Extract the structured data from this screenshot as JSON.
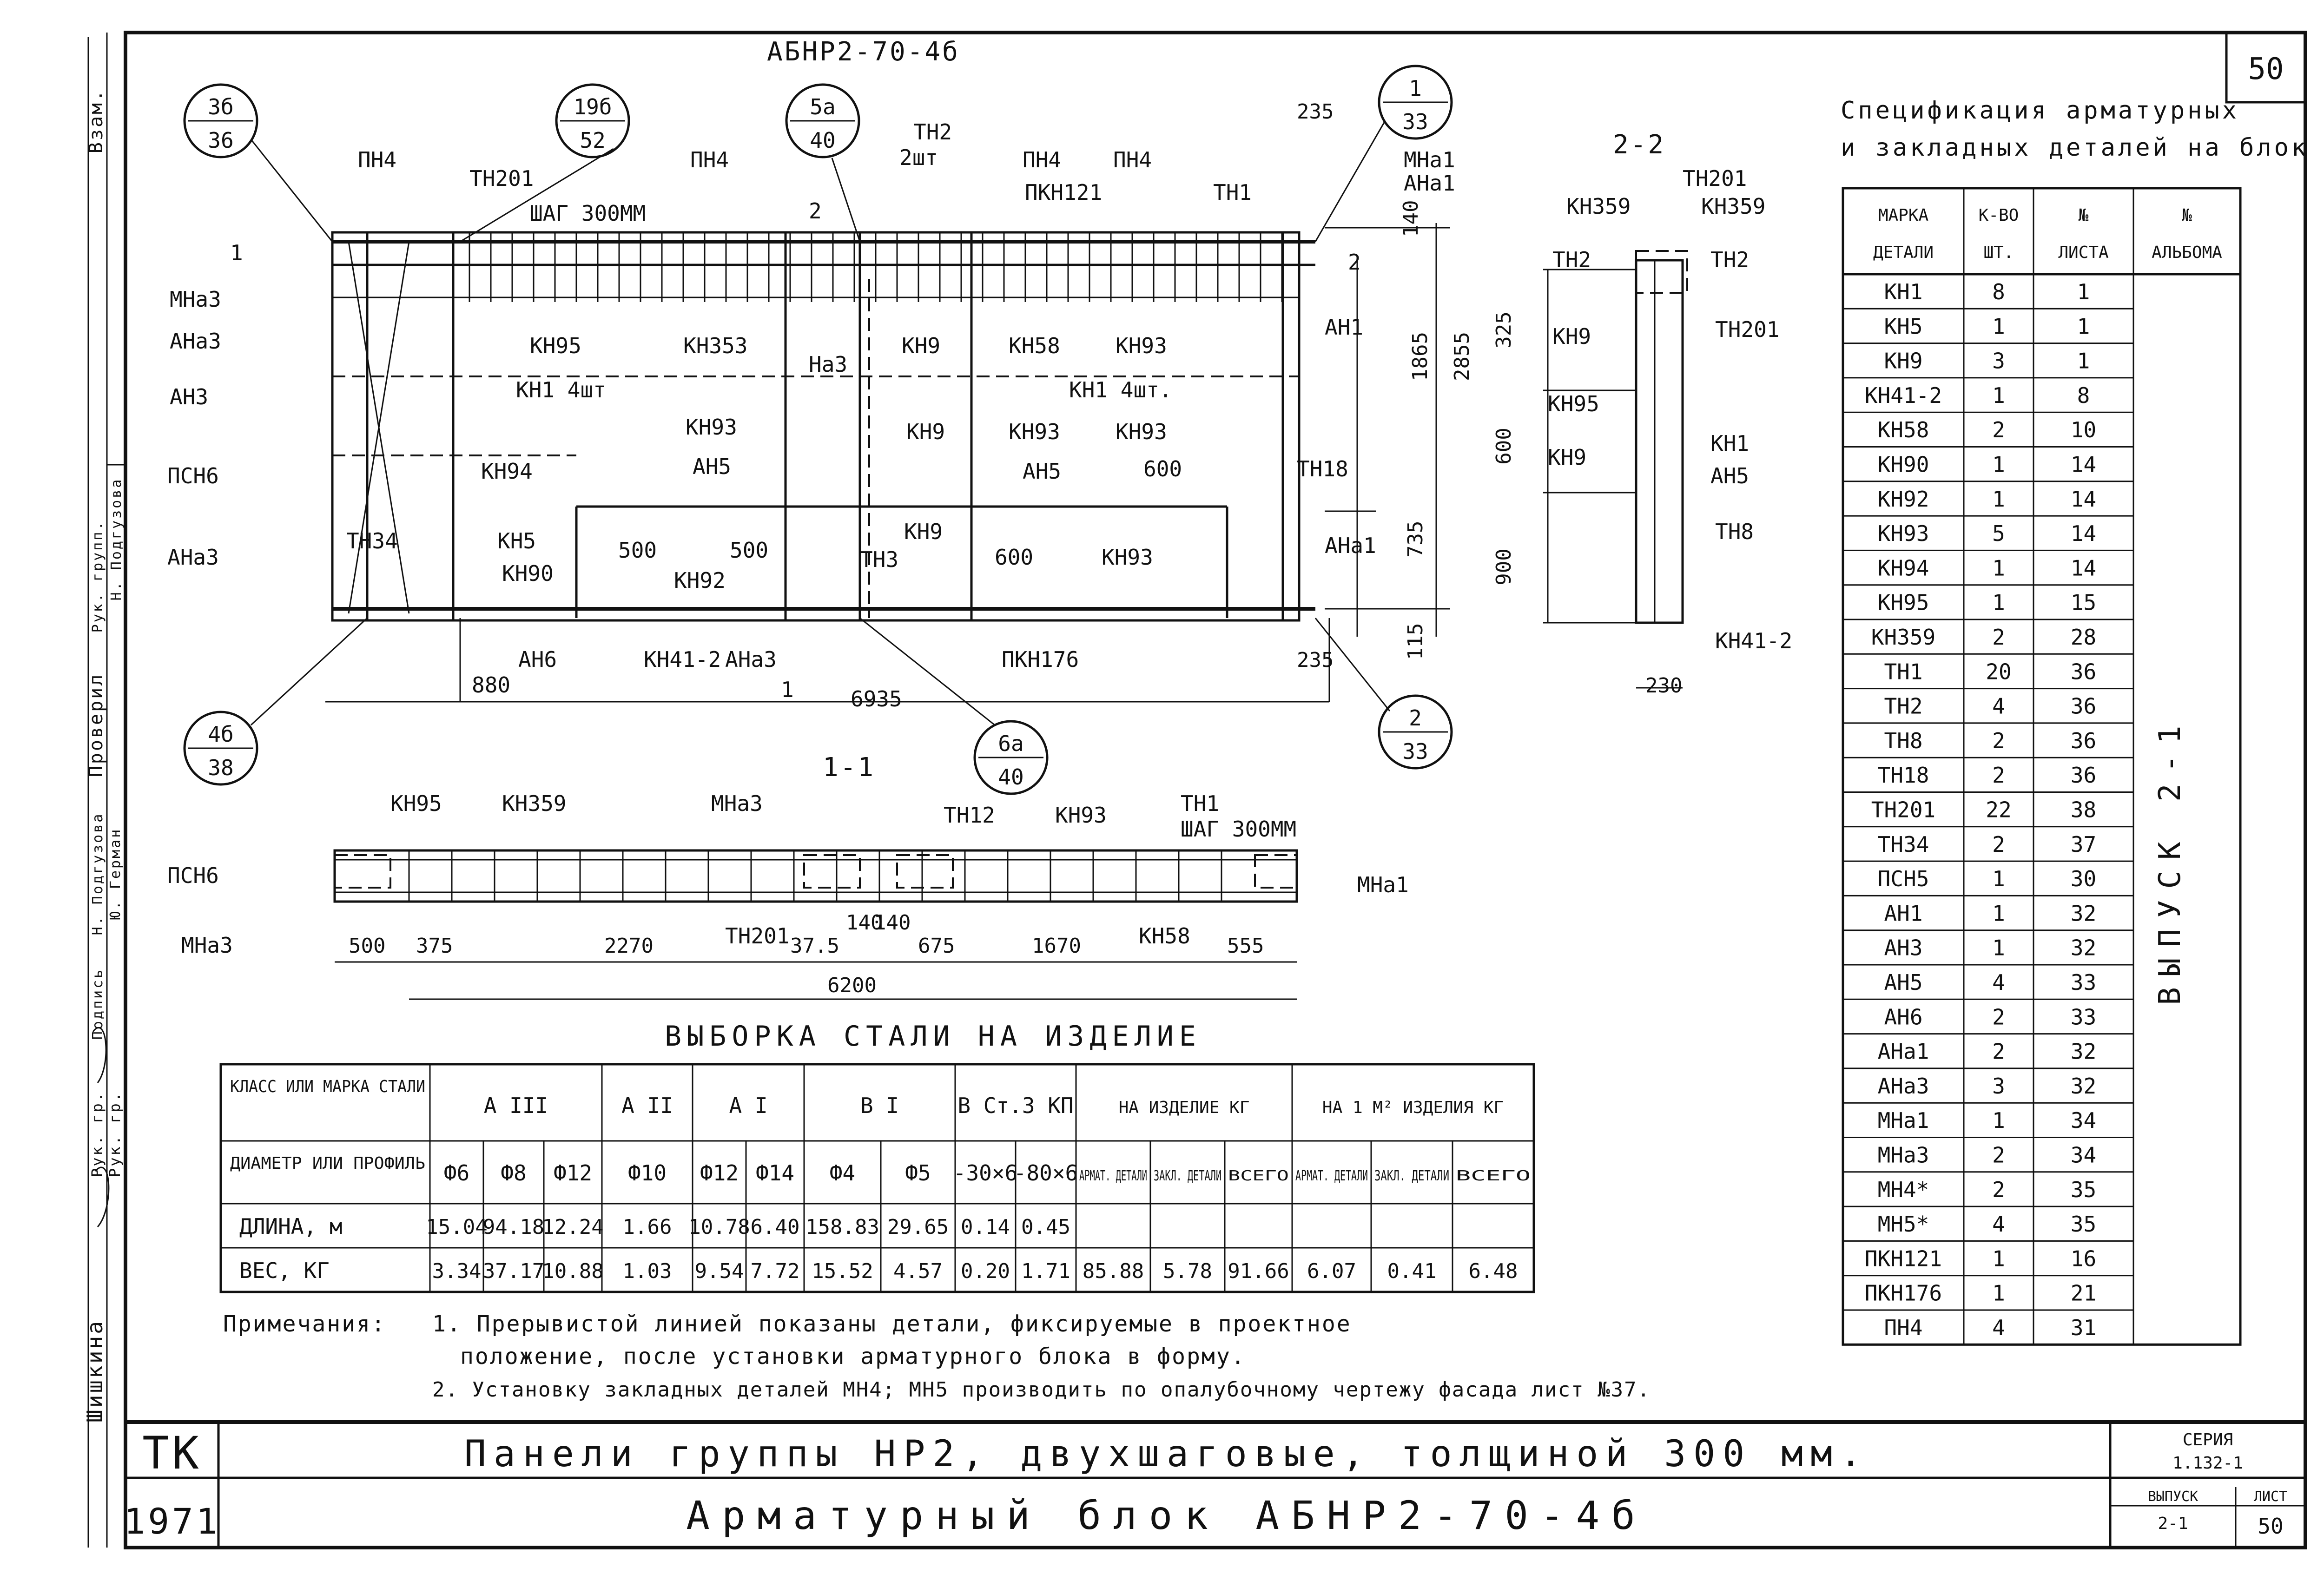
{
  "sheet_number": "50",
  "main_view": {
    "mark_top": "АБНР2-70-4б",
    "callouts": [
      {
        "top": "3б",
        "bottom": "36"
      },
      {
        "top": "19б",
        "bottom": "52"
      },
      {
        "top": "5а",
        "bottom": "40"
      },
      {
        "top": "1",
        "bottom": "33"
      },
      {
        "top": "4б",
        "bottom": "38"
      },
      {
        "top": "6а",
        "bottom": "40"
      },
      {
        "top": "2",
        "bottom": "33"
      }
    ],
    "labels": [
      "ПН4",
      "ТН201",
      "ПН4",
      "ТН2",
      "2шт",
      "ПН4",
      "ПН4",
      "ТН1",
      "МНа1",
      "АНа1",
      "ШАГ 300ММ",
      "ПКН121",
      "МНа3",
      "АНа3",
      "АН3",
      "ПСН6",
      "ТН34",
      "АНа3",
      "КН95",
      "КН353",
      "На3",
      "КН9",
      "КН58",
      "КН93",
      "АН1",
      "КН1 4шт",
      "КН1 4шт.",
      "КН93",
      "КН9",
      "КН93",
      "КН93",
      "КН94",
      "АН5",
      "АН5",
      "600",
      "ТН18",
      "КН5",
      "500",
      "500",
      "КН90",
      "КН92",
      "КН9",
      "ТН3",
      "600",
      "КН93",
      "АНа1",
      "АН6",
      "КН41-2",
      "АНа3",
      "ПКН176",
      "880",
      "6935",
      "1",
      "1",
      "2",
      "2"
    ],
    "dims": [
      "235",
      "140",
      "1865",
      "2855",
      "735",
      "115",
      "235"
    ]
  },
  "section_22": {
    "title": "2-2",
    "labels": [
      "ТН201",
      "КН359",
      "КН359",
      "ТН2",
      "ТН2",
      "ТН201",
      "КН9",
      "КН95",
      "КН9",
      "КН1",
      "АН5",
      "ТН8",
      "КН41-2"
    ],
    "dims": [
      "325",
      "600",
      "900",
      "230"
    ]
  },
  "section_11": {
    "title": "1-1",
    "labels": [
      "КН95",
      "КН359",
      "МНа3",
      "ТН12",
      "КН93",
      "ТН1",
      "ШАГ 300ММ",
      "ПСН6",
      "МНа3",
      "ТН201",
      "КН58",
      "МНа1"
    ],
    "dims": [
      "500",
      "375",
      "2270",
      "37.5",
      "140",
      "140",
      "675",
      "1670",
      "555",
      "6200"
    ]
  },
  "spec": {
    "title_line1": "Спецификация арматурных",
    "title_line2": "и закладных деталей на блок",
    "headers": [
      [
        "МАРКА",
        "ДЕТАЛИ"
      ],
      [
        "К-ВО",
        "ШТ."
      ],
      [
        "№",
        "ЛИСТА"
      ],
      [
        "№",
        "АЛЬБОМА"
      ]
    ],
    "rows": [
      [
        "КН1",
        "8",
        "1"
      ],
      [
        "КН5",
        "1",
        "1"
      ],
      [
        "КН9",
        "3",
        "1"
      ],
      [
        "КН41-2",
        "1",
        "8"
      ],
      [
        "КН58",
        "2",
        "10"
      ],
      [
        "КН90",
        "1",
        "14"
      ],
      [
        "КН92",
        "1",
        "14"
      ],
      [
        "КН93",
        "5",
        "14"
      ],
      [
        "КН94",
        "1",
        "14"
      ],
      [
        "КН95",
        "1",
        "15"
      ],
      [
        "КН359",
        "2",
        "28"
      ],
      [
        "ТН1",
        "20",
        "36"
      ],
      [
        "ТН2",
        "4",
        "36"
      ],
      [
        "ТН8",
        "2",
        "36"
      ],
      [
        "ТН18",
        "2",
        "36"
      ],
      [
        "ТН201",
        "22",
        "38"
      ],
      [
        "ТН34",
        "2",
        "37"
      ],
      [
        "ПСН5",
        "1",
        "30"
      ],
      [
        "АН1",
        "1",
        "32"
      ],
      [
        "АН3",
        "1",
        "32"
      ],
      [
        "АН5",
        "4",
        "33"
      ],
      [
        "АН6",
        "2",
        "33"
      ],
      [
        "АНа1",
        "2",
        "32"
      ],
      [
        "АНа3",
        "3",
        "32"
      ],
      [
        "МНа1",
        "1",
        "34"
      ],
      [
        "МНа3",
        "2",
        "34"
      ],
      [
        "МН4*",
        "2",
        "35"
      ],
      [
        "МН5*",
        "4",
        "35"
      ],
      [
        "ПКН121",
        "1",
        "16"
      ],
      [
        "ПКН176",
        "1",
        "21"
      ],
      [
        "ПН4",
        "4",
        "31"
      ]
    ],
    "album_note": "ВЫПУСК 2-1"
  },
  "steel": {
    "title": "ВЫБОРКА СТАЛИ НА ИЗДЕЛИЕ",
    "row_class_label": "КЛАСС ИЛИ МАРКА СТАЛИ",
    "row_diam_label": "ДИАМЕТР ИЛИ ПРОФИЛЬ",
    "row_len_label": "ДЛИНА, м",
    "row_wt_label": "ВЕС, КГ",
    "class_groups": [
      {
        "name": "А III",
        "span": 3
      },
      {
        "name": "А II",
        "span": 1
      },
      {
        "name": "А I",
        "span": 2
      },
      {
        "name": "В I",
        "span": 2
      },
      {
        "name": "В Ст.3 КП",
        "span": 2
      }
    ],
    "product_group": "НА ИЗДЕЛИЕ КГ",
    "per_m2_group": "НА 1 М² ИЗДЕЛИЯ КГ",
    "diameters": [
      "Ф6",
      "Ф8",
      "Ф12",
      "Ф10",
      "Ф12",
      "Ф14",
      "Ф4",
      "Ф5",
      "-30×6",
      "-80×6"
    ],
    "sum_headers": [
      "АРМАТ. ДЕТАЛИ",
      "ЗАКЛ. ДЕТАЛИ",
      "ВСЕГО",
      "АРМАТ. ДЕТАЛИ",
      "ЗАКЛ. ДЕТАЛИ",
      "ВСЕГО"
    ],
    "lengths": [
      "15.04",
      "94.18",
      "12.24",
      "1.66",
      "10.78",
      "6.40",
      "158.83",
      "29.65",
      "0.14",
      "0.45",
      "",
      "",
      "",
      "",
      "",
      ""
    ],
    "weights": [
      "3.34",
      "37.17",
      "10.88",
      "1.03",
      "9.54",
      "7.72",
      "15.52",
      "4.57",
      "0.20",
      "1.71",
      "85.88",
      "5.78",
      "91.66",
      "6.07",
      "0.41",
      "6.48"
    ]
  },
  "notes": {
    "label": "Примечания:",
    "line1": "1. Прерывистой линией показаны детали, фиксируемые в проектное",
    "line2": "положение, после установки арматурного блока в форму.",
    "line3": "2. Установку закладных деталей МН4; МН5 производить по опалубочному чертежу фасада лист №37."
  },
  "stamp": {
    "code": "ТК",
    "year": "1971",
    "title1": "Панели группы НР2, двухшаговые, толщиной 300 мм.",
    "title2": "Арматурный блок АБНР2-70-4б",
    "series_label": "СЕРИЯ",
    "series_value": "1.132-1",
    "issue_label": "ВЫПУСК",
    "issue_value": "2-1",
    "sheet_label": "ЛИСТ",
    "sheet_value": "50",
    "side_labels": [
      "Взам.",
      "Проверил",
      "Н. Подгузова",
      "Рук. гр.",
      "Рук. гр.",
      "Н. Подгузова",
      "Ю. Герман",
      "Рук. групп.",
      "Подпись",
      "Шишкина"
    ]
  }
}
